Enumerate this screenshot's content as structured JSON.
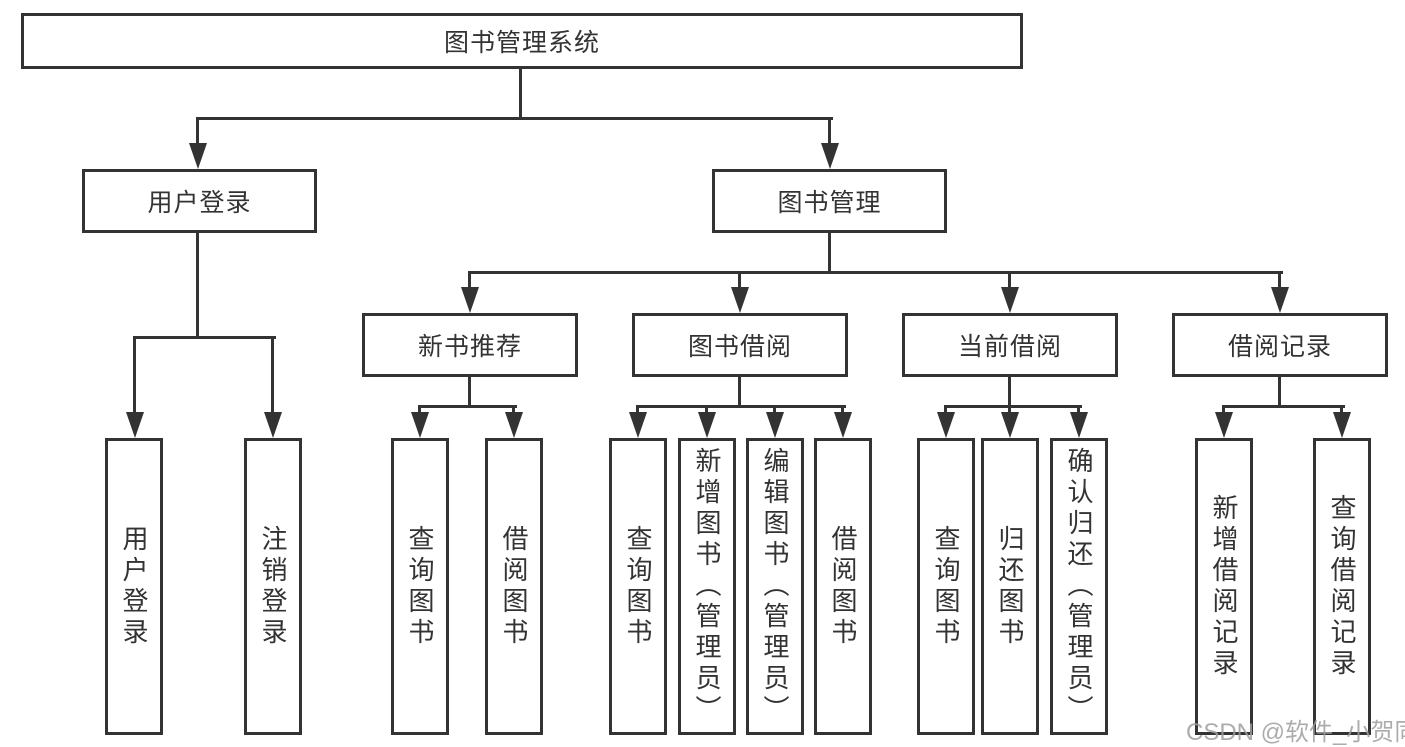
{
  "colors": {
    "line": "#333333",
    "text": "#333333",
    "background": "#ffffff",
    "watermark": "#9e9e9e"
  },
  "watermark": "CSDN @软件_小贺同学",
  "tree": {
    "root": {
      "label": "图书管理系统"
    },
    "branches": [
      {
        "label": "用户登录",
        "leaves": [
          {
            "label": "用户登录"
          },
          {
            "label": "注销登录"
          }
        ]
      },
      {
        "label": "图书管理",
        "groups": [
          {
            "label": "新书推荐",
            "leaves": [
              {
                "label": "查询图书"
              },
              {
                "label": "借阅图书"
              }
            ]
          },
          {
            "label": "图书借阅",
            "leaves": [
              {
                "label": "查询图书"
              },
              {
                "label": "新增图书（管理员）"
              },
              {
                "label": "编辑图书（管理员）"
              },
              {
                "label": "借阅图书"
              }
            ]
          },
          {
            "label": "当前借阅",
            "leaves": [
              {
                "label": "查询图书"
              },
              {
                "label": "归还图书"
              },
              {
                "label": "确认归还（管理员）"
              }
            ]
          },
          {
            "label": "借阅记录",
            "leaves": [
              {
                "label": "新增借阅记录"
              },
              {
                "label": "查询借阅记录"
              }
            ]
          }
        ]
      }
    ]
  }
}
